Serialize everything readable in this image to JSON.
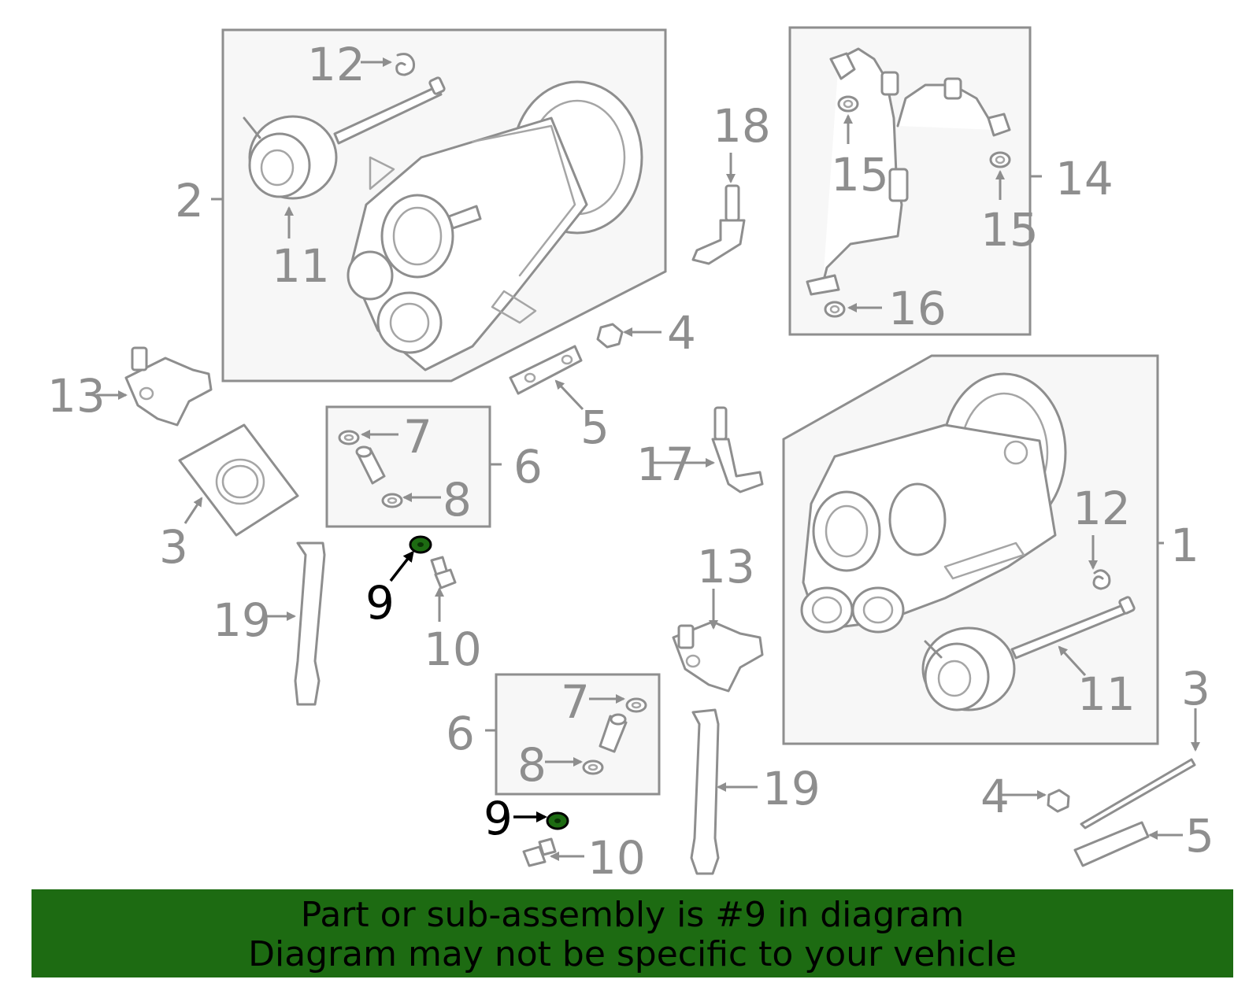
{
  "callouts": {
    "c1": "1",
    "c2": "2",
    "c3a": "3",
    "c3b": "3",
    "c4a": "4",
    "c4b": "4",
    "c5a": "5",
    "c5b": "5",
    "c6a": "6",
    "c6b": "6",
    "c7a": "7",
    "c7b": "7",
    "c8a": "8",
    "c8b": "8",
    "c9a": "9",
    "c9b": "9",
    "c10a": "10",
    "c10b": "10",
    "c11a": "11",
    "c11b": "11",
    "c12a": "12",
    "c12b": "12",
    "c13a": "13",
    "c13b": "13",
    "c14": "14",
    "c15a": "15",
    "c15b": "15",
    "c16": "16",
    "c17": "17",
    "c18": "18",
    "c19a": "19",
    "c19b": "19"
  },
  "banner": {
    "line1": "Part or sub-assembly is #9 in diagram",
    "line2": "Diagram may not be specific to your vehicle"
  },
  "colors": {
    "highlight": "#1d6b12",
    "line": "#8e8e8e",
    "box_fill": "#f7f7f7"
  }
}
